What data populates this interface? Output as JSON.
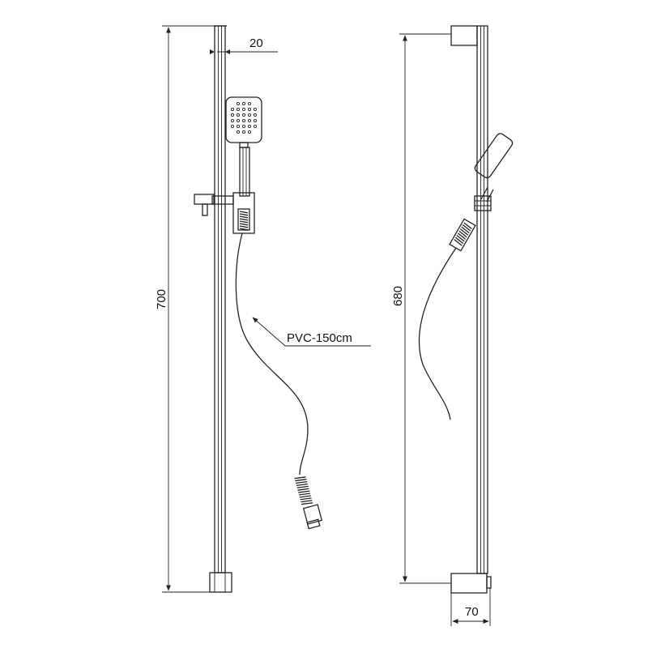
{
  "dimensions": {
    "bar_width": "20",
    "total_height": "700",
    "rail_height": "680",
    "bracket_depth": "70"
  },
  "callouts": {
    "hose": "PVC-150cm"
  },
  "colors": {
    "line": "#222222",
    "background": "#ffffff"
  }
}
